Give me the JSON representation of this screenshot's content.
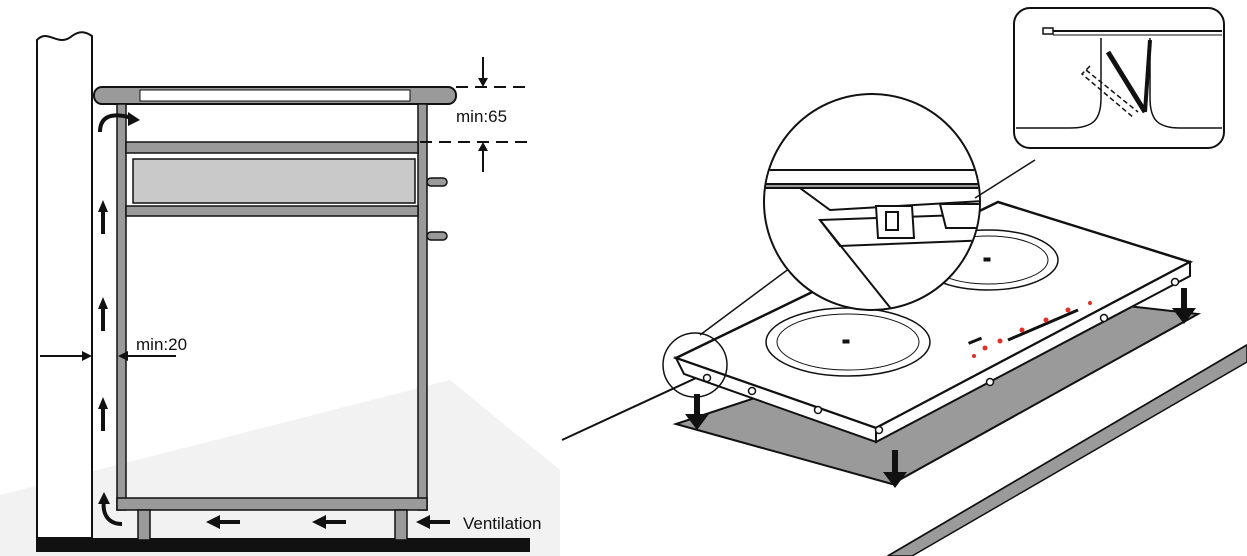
{
  "left_panel": {
    "labels": {
      "top_clearance": "min:65",
      "side_clearance": "min:20",
      "ventilation": "Ventilation"
    }
  },
  "colors": {
    "line": "#111111",
    "panel_fill": "#c9c9c9",
    "frame_fill": "#9a9a9a",
    "indicator_red": "#e0302a"
  }
}
